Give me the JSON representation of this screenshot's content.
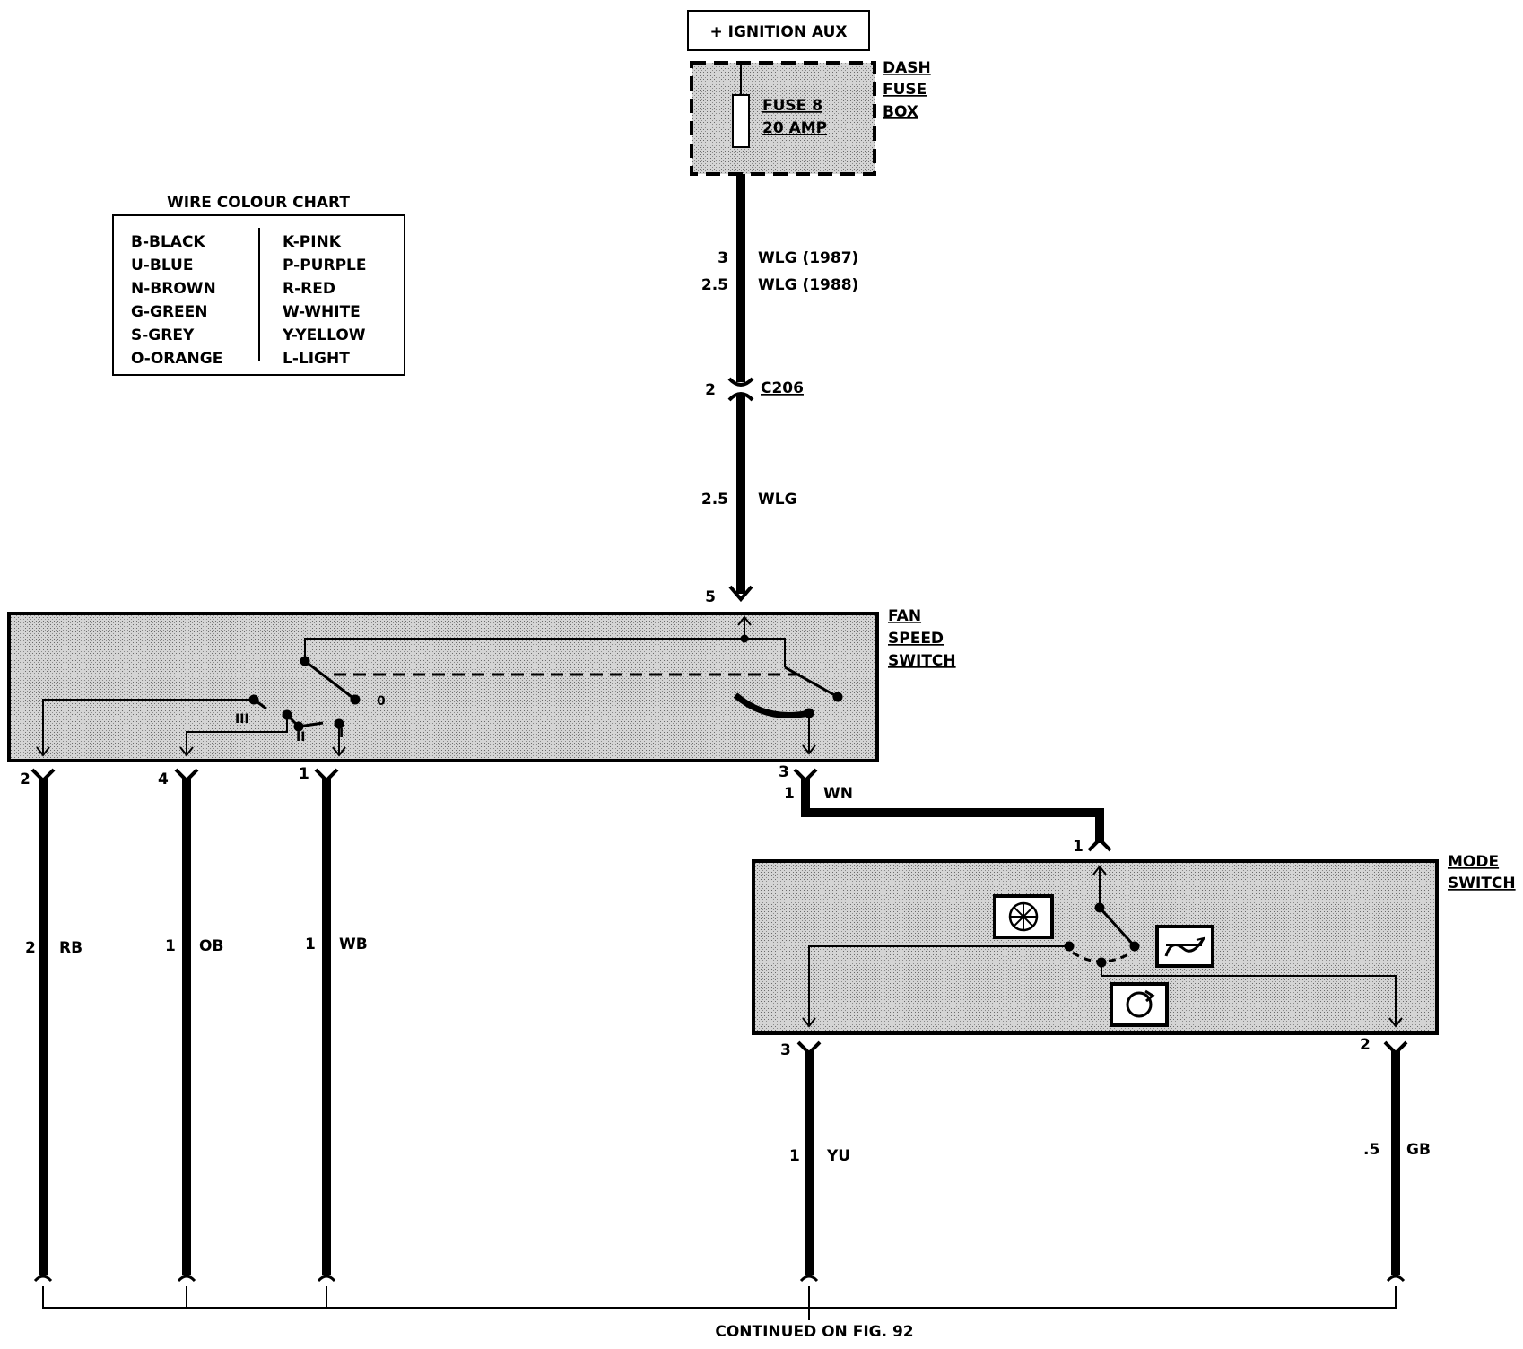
{
  "colors": {
    "ink": "#000000",
    "paper": "#ffffff",
    "module_fill": "#c8c8c8"
  },
  "power_source": {
    "label": "+ IGNITION AUX"
  },
  "fuse_box": {
    "label_lines": [
      "DASH",
      "FUSE",
      "BOX"
    ],
    "fuse_lines": [
      "FUSE 8",
      "20 AMP"
    ]
  },
  "wire_colour_chart": {
    "title": "WIRE COLOUR CHART",
    "left": [
      "B-BLACK",
      "U-BLUE",
      "N-BROWN",
      "G-GREEN",
      "S-GREY",
      "O-ORANGE"
    ],
    "right": [
      "K-PINK",
      "P-PURPLE",
      "R-RED",
      "W-WHITE",
      "Y-YELLOW",
      "L-LIGHT"
    ]
  },
  "feed_wires": [
    {
      "gauge": "3",
      "colour": "WLG (1987)"
    },
    {
      "gauge": "2.5",
      "colour": "WLG (1988)"
    },
    {
      "gauge": "2.5",
      "colour": "WLG"
    }
  ],
  "connector": {
    "pin": "2",
    "name": "C206"
  },
  "fan_speed_switch": {
    "label_lines": [
      "FAN",
      "SPEED",
      "SWITCH"
    ],
    "input_pin": "5",
    "positions": [
      "0",
      "I",
      "II",
      "III"
    ],
    "output_pins": [
      "2",
      "4",
      "1",
      "3"
    ]
  },
  "wn_wire": {
    "pin": "1",
    "colour": "WN"
  },
  "mode_switch": {
    "label_lines": [
      "MODE",
      "SWITCH"
    ],
    "input_pin": "1",
    "output_pins": [
      "3",
      "2"
    ],
    "icons": [
      "fan-icon",
      "fresh-air-icon",
      "recirculation-icon"
    ]
  },
  "output_wires": [
    {
      "pin": "2",
      "gauge": "2",
      "colour": "RB"
    },
    {
      "pin": "4",
      "gauge": "1",
      "colour": "OB"
    },
    {
      "pin": "1",
      "gauge": "1",
      "colour": "WB"
    },
    {
      "pin": "3",
      "gauge": "1",
      "colour": "YU"
    },
    {
      "pin": "2",
      "gauge": ".5",
      "colour": "GB"
    }
  ],
  "continued": "CONTINUED ON FIG. 92"
}
